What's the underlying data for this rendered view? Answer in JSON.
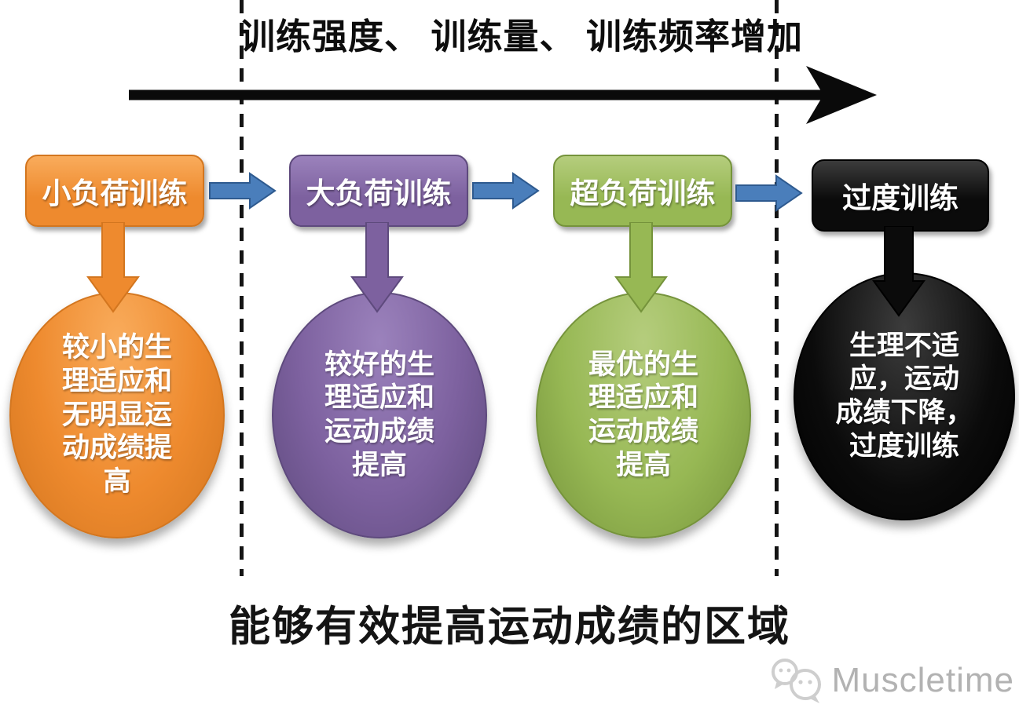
{
  "title": "训练强度、 训练量、 训练频率增加",
  "bottom_label": "能够有效提高运动成绩的区域",
  "watermark": {
    "brand": "Muscletime",
    "logo": "wechat-chat-bubbles-icon"
  },
  "connector": {
    "color": "#4A7EBB",
    "border": "#2E5A8F"
  },
  "axis_arrow_color": "#0A0A0A",
  "stages": [
    {
      "box_label": "小负荷训练",
      "result_lines": [
        "较小的生",
        "理适应和",
        "无明显运",
        "动成绩提",
        "高"
      ],
      "result_text": "较小的生理适应和无明显运动成绩提高",
      "color": "#EE8A2E",
      "color_light": "#F9AC5C",
      "border": "#D3761F"
    },
    {
      "box_label": "大负荷训练",
      "result_lines": [
        "较好的生",
        "理适应和",
        "运动成绩",
        "提高"
      ],
      "result_text": "较好的生理适应和运动成绩提高",
      "color": "#7D619F",
      "color_light": "#9B82BC",
      "border": "#5E4A7D"
    },
    {
      "box_label": "超负荷训练",
      "result_lines": [
        "最优的生",
        "理适应和",
        "运动成绩",
        "提高"
      ],
      "result_text": "最优的生理适应和运动成绩提高",
      "color": "#97B854",
      "color_light": "#B5CD7D",
      "border": "#75933B"
    },
    {
      "box_label": "过度训练",
      "result_lines": [
        "生理不适",
        "应，运动",
        "成绩下降，",
        "过度训练"
      ],
      "result_text": "生理不适应，运动成绩下降，过度训练",
      "color": "#0B0B0B",
      "color_light": "#3C3C3C",
      "border": "#000000"
    }
  ]
}
